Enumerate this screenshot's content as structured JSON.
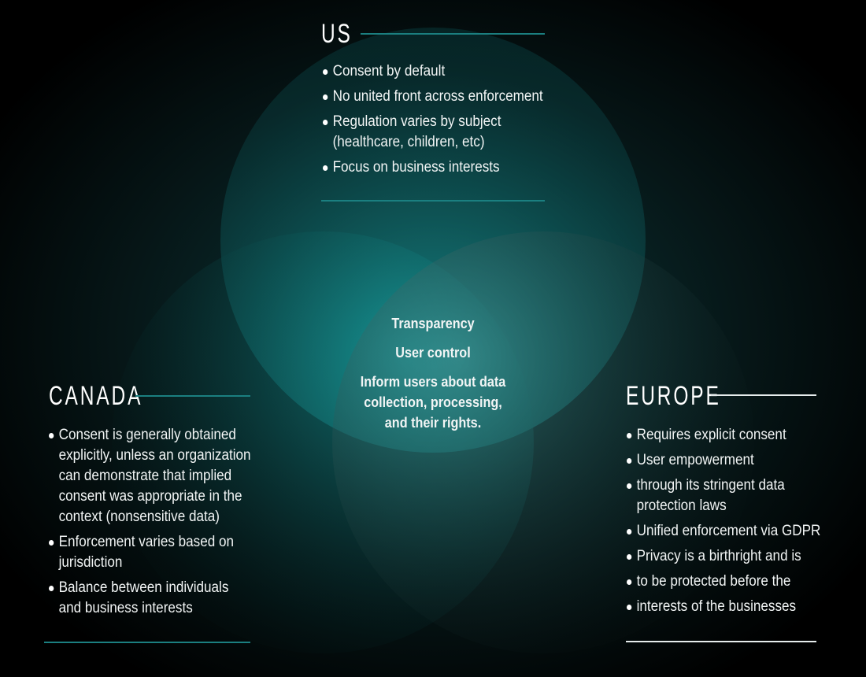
{
  "colors": {
    "accent": "#1a8f92",
    "background": "#000000",
    "rule_teal": "#1b7f80",
    "rule_white": "#e6ecec"
  },
  "us": {
    "title": "US",
    "items": [
      "Consent by default",
      "No united front across enforcement",
      "Regulation varies by subject\n(healthcare, children, etc)",
      "Focus on business interests"
    ]
  },
  "canada": {
    "title": "CANADA",
    "items": [
      "Consent is generally obtained\nexplicitly, unless an organization\ncan demonstrate that implied\nconsent was appropriate in the\ncontext (nonsensitive data)",
      "Enforcement varies based on\njurisdiction",
      "Balance between individuals\nand business interests"
    ]
  },
  "europe": {
    "title": "EUROPE",
    "items": [
      "Requires explicit consent",
      "User empowerment",
      "through its stringent data\nprotection laws",
      "Unified enforcement via GDPR",
      "Privacy is a birthright and is",
      "to be protected before the",
      "interests of the businesses"
    ]
  },
  "shared": {
    "items": [
      "Transparency",
      "User control",
      "Inform users about data\ncollection, processing,\nand their rights."
    ]
  }
}
